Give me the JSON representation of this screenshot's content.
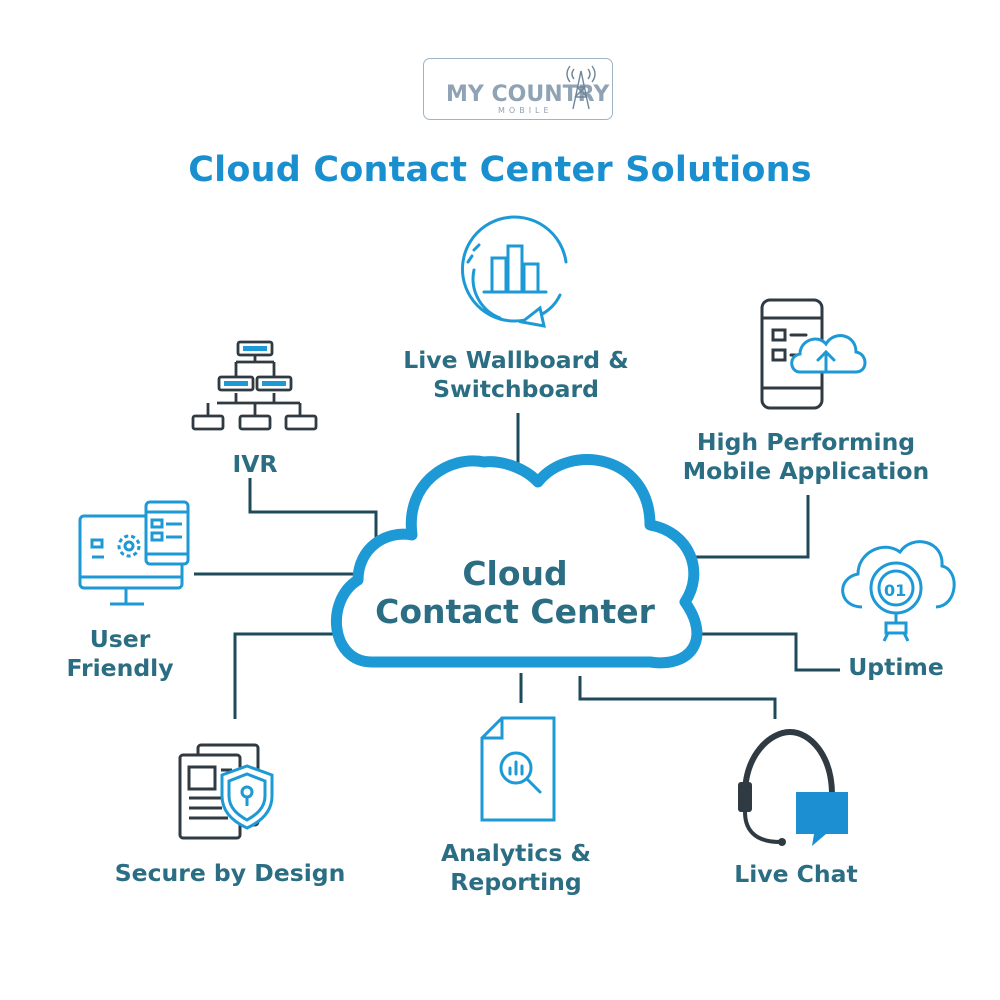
{
  "logo": {
    "line1": "MY COUNTRY",
    "line2": "MOBILE"
  },
  "title": "Cloud Contact Center Solutions",
  "center": {
    "line1": "Cloud",
    "line2": "Contact Center"
  },
  "features": {
    "wallboard": {
      "line1": "Live Wallboard &",
      "line2": "Switchboard",
      "icon": "refresh-chart-icon"
    },
    "ivr": {
      "line1": "IVR",
      "icon": "hierarchy-icon"
    },
    "mobile": {
      "line1": "High Performing",
      "line2": "Mobile Application",
      "icon": "phone-cloud-icon"
    },
    "user_friendly": {
      "line1": "User",
      "line2": "Friendly",
      "icon": "devices-icon"
    },
    "uptime": {
      "line1": "Uptime",
      "icon": "cloud-uptime-icon"
    },
    "secure": {
      "line1": "Secure by Design",
      "icon": "shield-document-icon"
    },
    "analytics": {
      "line1": "Analytics &",
      "line2": "Reporting",
      "icon": "report-magnifier-icon"
    },
    "live_chat": {
      "line1": "Live Chat",
      "icon": "headset-chat-icon"
    }
  },
  "colors": {
    "title_blue": "#1a8fd0",
    "label_teal": "#2b6e83",
    "connector": "#1f4a5a",
    "icon_blue": "#1d9ad6",
    "icon_dark": "#2f3a42",
    "chat_blue": "#1b8fd2"
  }
}
